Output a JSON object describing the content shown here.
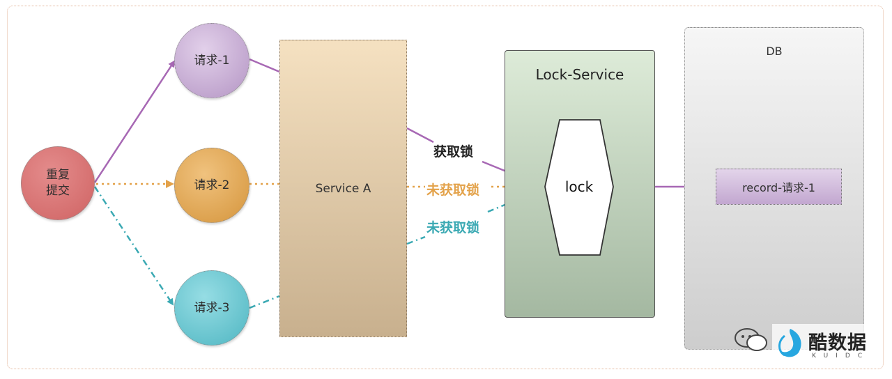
{
  "nodes": {
    "origin": "重复\n提交",
    "request_1": "请求-1",
    "request_2": "请求-2",
    "request_3": "请求-3",
    "service_a": "Service A",
    "lock_service": "Lock-Service",
    "lock": "lock",
    "db": "DB",
    "record": "record-请求-1"
  },
  "edge_labels": {
    "acquire": "获取锁",
    "not_acquired_2": "未获取锁",
    "not_acquired_3": "未获取锁"
  },
  "colors": {
    "purple": "#a768b4",
    "orange": "#e3a24a",
    "teal": "#3aa9b3"
  },
  "watermark": {
    "brand": "酷数据",
    "brand_sub": "KUIDC",
    "icons": [
      "wechat-icon",
      "kuidc-logo"
    ]
  }
}
